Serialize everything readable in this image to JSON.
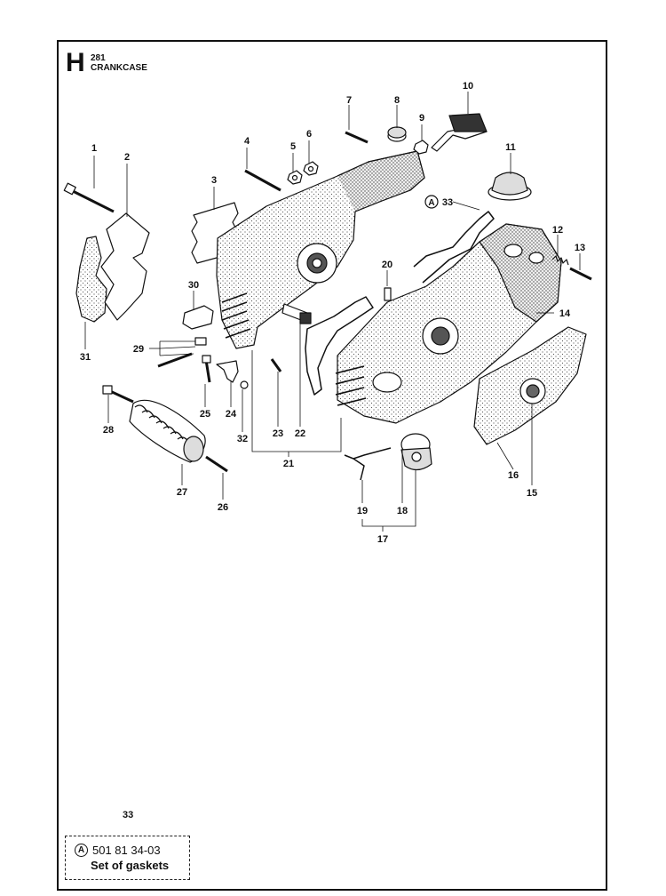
{
  "header": {
    "section_letter": "H",
    "model": "281",
    "title": "CRANKCASE"
  },
  "callouts": {
    "p1": "1",
    "p2": "2",
    "p3": "3",
    "p4": "4",
    "p5": "5",
    "p6": "6",
    "p7": "7",
    "p8": "8",
    "p9": "9",
    "p10": "10",
    "p11": "11",
    "p12": "12",
    "p13": "13",
    "p14": "14",
    "p15": "15",
    "p16": "16",
    "p17": "17",
    "p18": "18",
    "p19": "19",
    "p20": "20",
    "p21": "21",
    "p22": "22",
    "p23": "23",
    "p24": "24",
    "p25": "25",
    "p26": "26",
    "p27": "27",
    "p28": "28",
    "p29": "29",
    "p30": "30",
    "p31": "31",
    "p32": "32",
    "p33": "33"
  },
  "kit_marker": "A",
  "kit": {
    "ref": "33",
    "marker": "A",
    "part_number": "501 81 34-03",
    "description": "Set of gaskets"
  }
}
